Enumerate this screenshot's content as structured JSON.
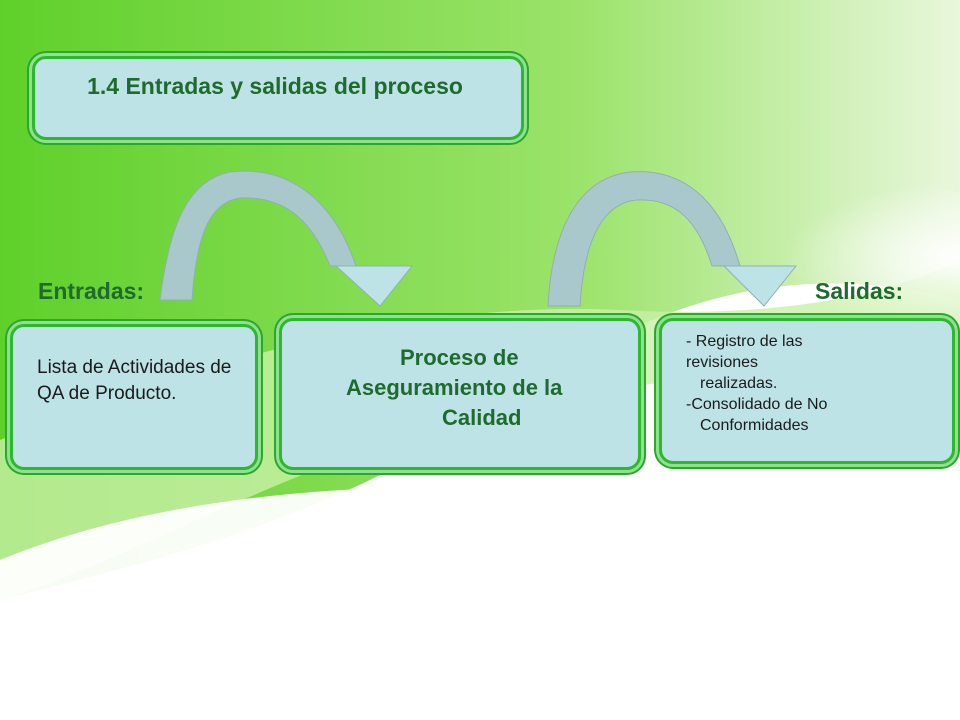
{
  "title": "1.4 Entradas y salidas del proceso",
  "labels": {
    "inputs": "Entradas:",
    "outputs": "Salidas:"
  },
  "input_box": {
    "text": "Lista de Actividades de QA de Producto."
  },
  "process_box": {
    "lines": [
      "Proceso de",
      "Aseguramiento de la",
      "Calidad"
    ]
  },
  "output_box": {
    "lines": [
      "- Registro de las",
      "revisiones",
      "realizadas.",
      "-Consolidado de No",
      "Conformidades"
    ]
  },
  "colors": {
    "box_fill": "#bde3e6",
    "box_border": "#2fb82f",
    "heading_text": "#1f6b2e",
    "arrow_fill": "#a9c8cc"
  }
}
